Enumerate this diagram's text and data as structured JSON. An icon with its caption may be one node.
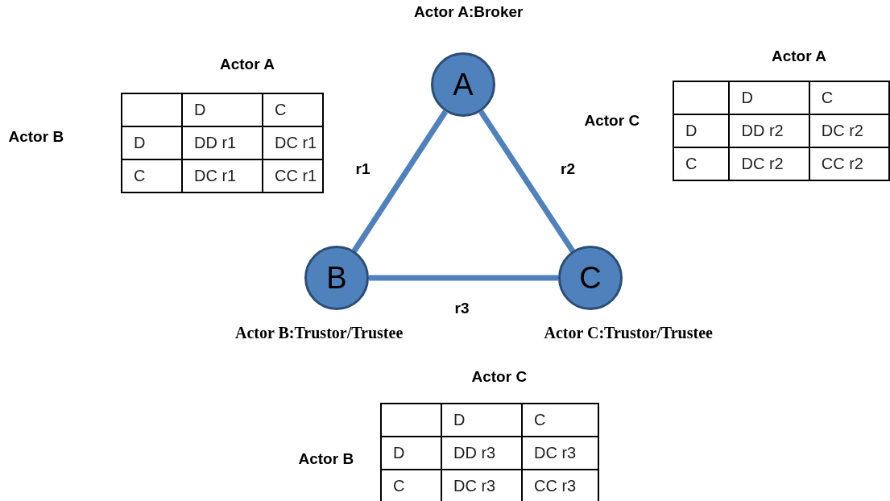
{
  "diagram": {
    "nodes": [
      {
        "text": [
          "A"
        ],
        "beside": [
          "Actor A:Broker"
        ]
      },
      {
        "text": [
          "B"
        ],
        "beside": [
          "Actor B:Trustor/Trustee"
        ]
      },
      {
        "text": [
          "C"
        ],
        "beside": [
          "Actor C:Trustor/Trustee"
        ]
      }
    ],
    "edges": [
      {
        "from": 0,
        "to": 1,
        "arrow": "none",
        "label": "r1"
      },
      {
        "from": 0,
        "to": 2,
        "arrow": "none",
        "label": "r2"
      },
      {
        "from": 1,
        "to": 2,
        "arrow": "none",
        "label": "r3"
      }
    ],
    "labels": [
      "Actor A",
      "Actor A",
      "Actor B",
      "Actor C",
      "D",
      "C",
      "D",
      "DD r1",
      "DC r1",
      "C",
      "DC r1",
      "CC r1",
      "D",
      "C",
      "D",
      "DD r2",
      "DC r2",
      "C",
      "DC r2",
      "CC r2",
      "Actor C",
      "Actor B",
      "D",
      "C",
      "D",
      "DD r3",
      "DC r3",
      "C",
      "DC r3",
      "CC r3"
    ]
  }
}
